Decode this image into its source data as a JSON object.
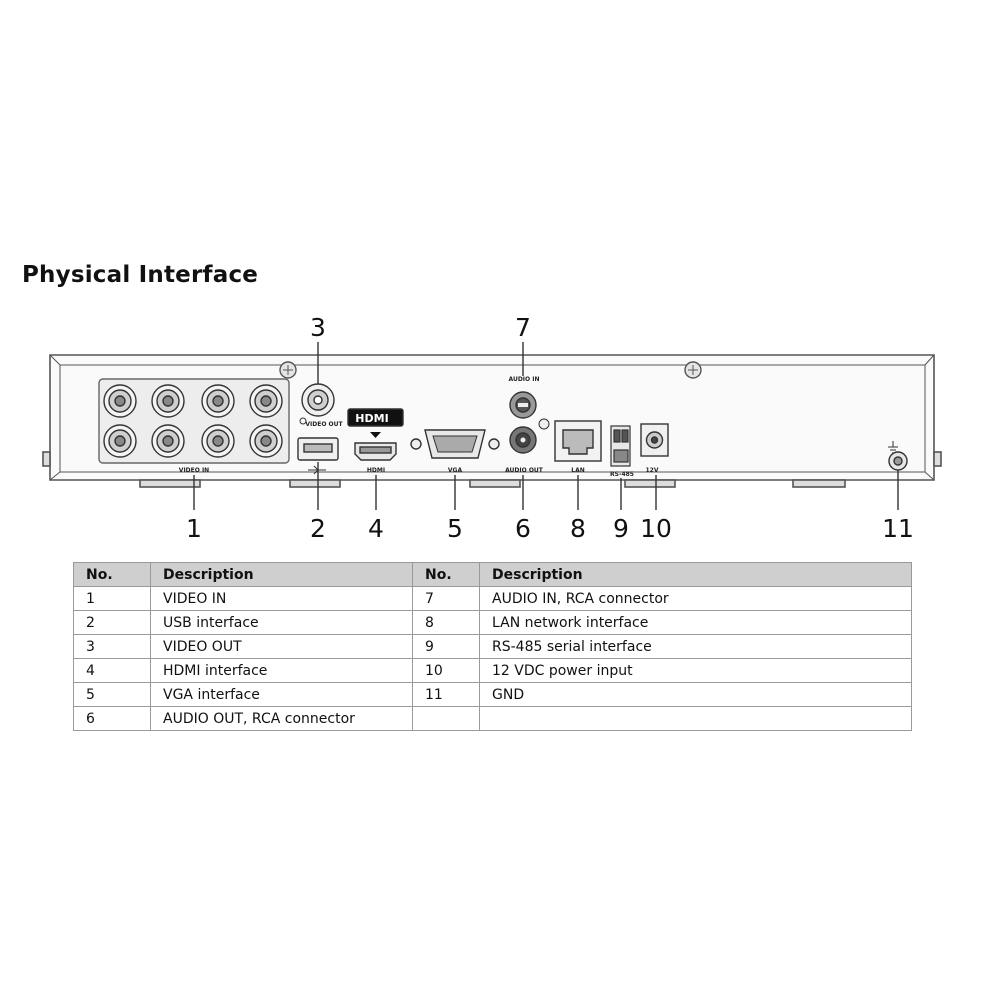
{
  "page": {
    "title": "Physical Interface"
  },
  "device": {
    "port_labels": {
      "video_in": "VIDEO IN",
      "video_out": "VIDEO OUT",
      "vga": "VGA",
      "audio_in": "AUDIO IN",
      "audio_out": "AUDIO OUT",
      "lan": "LAN",
      "rs485": "RS-485",
      "power": "12V",
      "hdmi": "HDMI"
    },
    "callouts": [
      "1",
      "2",
      "3",
      "4",
      "5",
      "6",
      "7",
      "8",
      "9",
      "10",
      "11"
    ]
  },
  "table": {
    "headers": [
      "No.",
      "Description",
      "No.",
      "Description"
    ],
    "rows": [
      [
        "1",
        "VIDEO IN",
        "7",
        "AUDIO IN, RCA connector"
      ],
      [
        "2",
        "USB interface",
        "8",
        "LAN network interface"
      ],
      [
        "3",
        "VIDEO OUT",
        "9",
        "RS-485 serial interface"
      ],
      [
        "4",
        "HDMI interface",
        "10",
        "12 VDC power input"
      ],
      [
        "5",
        "VGA interface",
        "11",
        "GND"
      ],
      [
        "6",
        "AUDIO OUT, RCA connector",
        "",
        ""
      ]
    ]
  }
}
